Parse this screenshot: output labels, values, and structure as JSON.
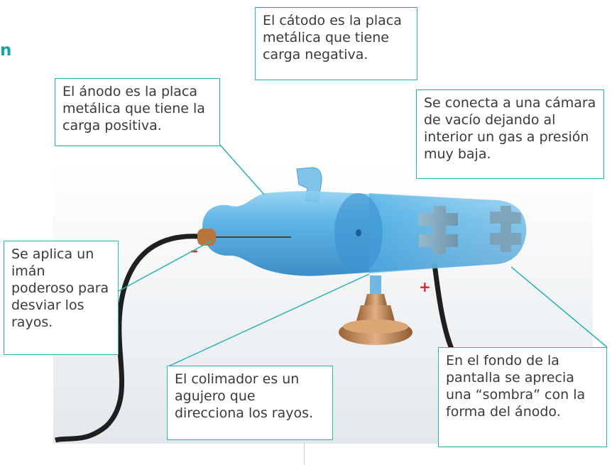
{
  "heading_fragment": "n",
  "labels": {
    "cathode": "El cátodo es la placa metálica que tiene carga negativa.",
    "anode": "El ánodo es la placa metálica que tiene la carga positiva.",
    "vacuum": "Se conecta a una cámara de vacío dejando al interior un gas a presión muy baja.",
    "magnet": "Se aplica un imán poderoso para desviar los rayos.",
    "collimator": "El colimador es un agujero que direcciona los rayos.",
    "shadow": "En el fondo de la pantalla se aprecia una “sombra” con la forma del ánodo."
  },
  "signs": {
    "negative": "–",
    "positive": "+"
  },
  "colors": {
    "callout_border": "#2bb3b0",
    "heading": "#1aa3a6",
    "tube": "#5ab4e6",
    "sign": "#d8262b",
    "base": "#c48a5c"
  }
}
